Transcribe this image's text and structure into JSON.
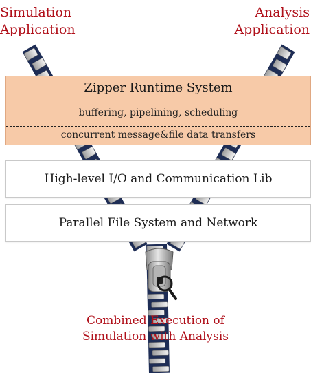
{
  "labels": {
    "simulation": "Simulation\nApplication",
    "analysis": "Analysis\nApplication",
    "combined": "Combined Execution of\nSimulation with Analysis"
  },
  "runtime": {
    "title": "Zipper Runtime System",
    "line1": "buffering, pipelining, scheduling",
    "line2": "concurrent message&file data transfers"
  },
  "layers": {
    "io_lib": "High-level I/O and Communication Lib",
    "fs_net": "Parallel File System and Network"
  },
  "colors": {
    "label_red": "#b0101a",
    "runtime_fill": "#f7caa8",
    "tape_navy": "#1e2d55",
    "tooth_gray": "#c8c8c8"
  },
  "icons": {
    "zipper": "zipper-icon",
    "zipper_pull": "zipper-pull-icon"
  }
}
